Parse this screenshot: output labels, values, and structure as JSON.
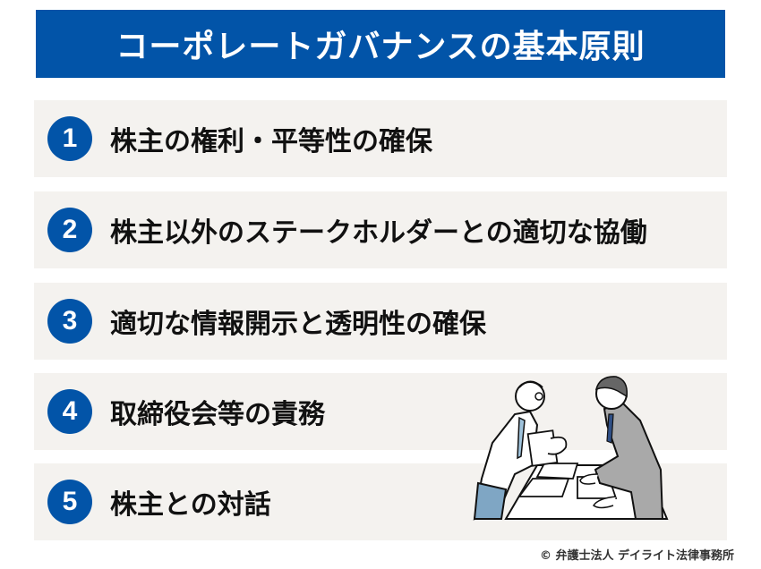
{
  "header": {
    "title": "コーポレートガバナンスの基本原則"
  },
  "principles": [
    {
      "number": "1",
      "label": "株主の権利・平等性の確保"
    },
    {
      "number": "2",
      "label": "株主以外のステークホルダーとの適切な協働"
    },
    {
      "number": "3",
      "label": "適切な情報開示と透明性の確保"
    },
    {
      "number": "4",
      "label": "取締役会等の責務"
    },
    {
      "number": "5",
      "label": "株主との対話"
    }
  ],
  "illustration": {
    "icon": "business-meeting-illustration"
  },
  "footer": {
    "copyright": "© 弁護士法人 デイライト法律事務所"
  },
  "colors": {
    "accent": "#0254a8",
    "item_bg": "#f4f2ef",
    "text": "#111111"
  }
}
